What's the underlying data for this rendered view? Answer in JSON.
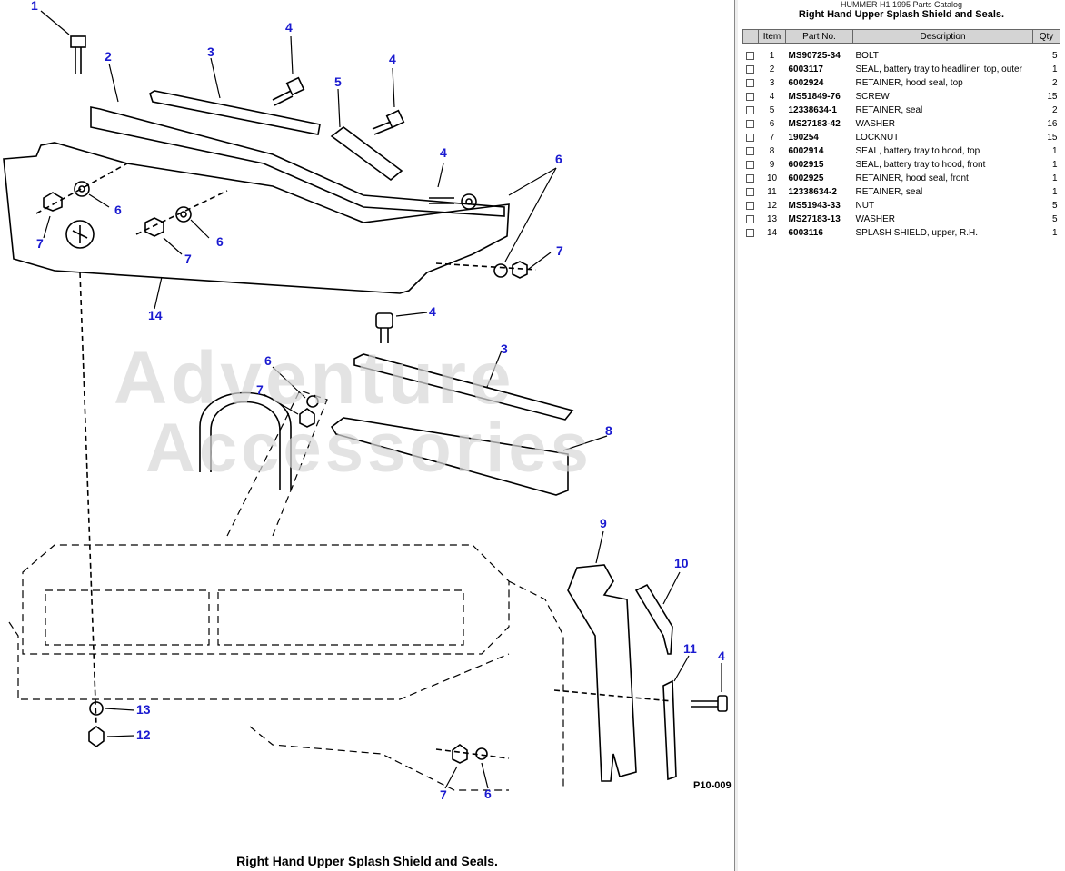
{
  "catalog": "HUMMER H1 1995 Parts Catalog",
  "title": "Right Hand Upper Splash Shield and Seals.",
  "caption": "Right Hand Upper Splash Shield and Seals.",
  "drawing_id": "P10-009",
  "watermark": [
    "Adventure",
    "Accessories"
  ],
  "table": {
    "headers": [
      "Item",
      "Part No.",
      "Description",
      "Qty"
    ],
    "rows": [
      {
        "item": "1",
        "part": "MS90725-34",
        "desc": "BOLT",
        "qty": "5"
      },
      {
        "item": "2",
        "part": "6003117",
        "desc": "SEAL, battery tray to headliner, top, outer",
        "qty": "1"
      },
      {
        "item": "3",
        "part": "6002924",
        "desc": "RETAINER, hood seal, top",
        "qty": "2"
      },
      {
        "item": "4",
        "part": "MS51849-76",
        "desc": "SCREW",
        "qty": "15"
      },
      {
        "item": "5",
        "part": "12338634-1",
        "desc": "RETAINER, seal",
        "qty": "2"
      },
      {
        "item": "6",
        "part": "MS27183-42",
        "desc": "WASHER",
        "qty": "16"
      },
      {
        "item": "7",
        "part": "190254",
        "desc": "LOCKNUT",
        "qty": "15"
      },
      {
        "item": "8",
        "part": "6002914",
        "desc": "SEAL, battery tray to hood, top",
        "qty": "1"
      },
      {
        "item": "9",
        "part": "6002915",
        "desc": "SEAL, battery tray to hood, front",
        "qty": "1"
      },
      {
        "item": "10",
        "part": "6002925",
        "desc": "RETAINER, hood seal, front",
        "qty": "1"
      },
      {
        "item": "11",
        "part": "12338634-2",
        "desc": "RETAINER, seal",
        "qty": "1"
      },
      {
        "item": "12",
        "part": "MS51943-33",
        "desc": "NUT",
        "qty": "5"
      },
      {
        "item": "13",
        "part": "MS27183-13",
        "desc": "WASHER",
        "qty": "5"
      },
      {
        "item": "14",
        "part": "6003116",
        "desc": "SPLASH SHIELD, upper, R.H.",
        "qty": "1"
      }
    ]
  },
  "callouts": [
    "1",
    "2",
    "3",
    "4",
    "4",
    "5",
    "4",
    "6",
    "6",
    "6",
    "7",
    "7",
    "7",
    "14",
    "4",
    "3",
    "6",
    "7",
    "8",
    "9",
    "10",
    "11",
    "4",
    "13",
    "12",
    "7",
    "6"
  ],
  "colors": {
    "callout": "#1a1ad0",
    "line": "#000000",
    "watermark": "#d8d8d8",
    "seal": "#9ccc8a"
  }
}
